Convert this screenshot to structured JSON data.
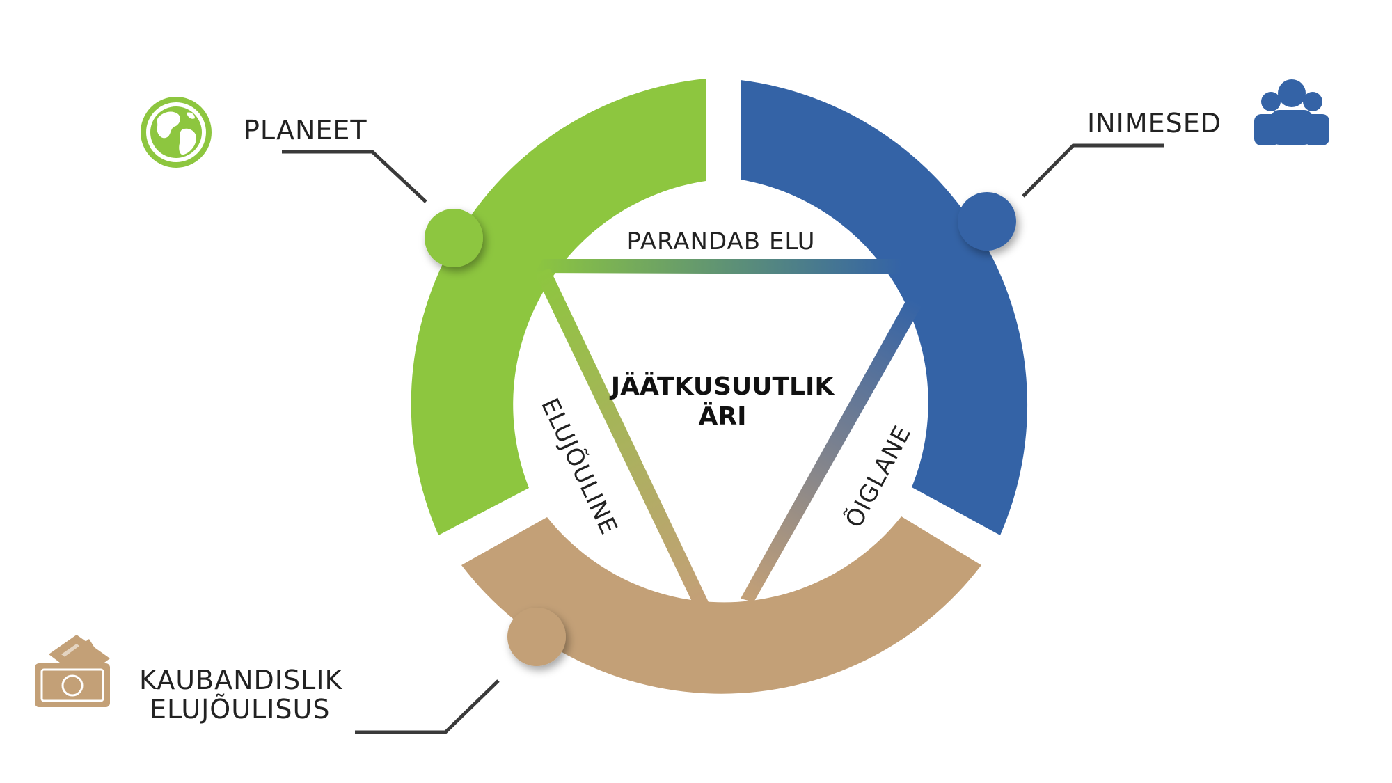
{
  "diagram": {
    "center": {
      "line1": "JÄÄTKUSUUTLIK",
      "line2": "ÄRI"
    },
    "pillars": {
      "planet": {
        "label": "PLANEET",
        "icon": "globe-icon",
        "color": "#8dc63f"
      },
      "people": {
        "label": "INIMESED",
        "icon": "people-icon",
        "color": "#3463a6"
      },
      "commercial": {
        "label_line1": "KAUBANDISLIK",
        "label_line2": "ELUJÕULISUS",
        "icon": "money-icon",
        "color": "#c3a077"
      }
    },
    "links": {
      "top": "PARANDAB ELU",
      "left": "ELUJÕULINE",
      "right": "ÕIGLANE"
    },
    "leader_line_color": "#3a3a3a"
  }
}
